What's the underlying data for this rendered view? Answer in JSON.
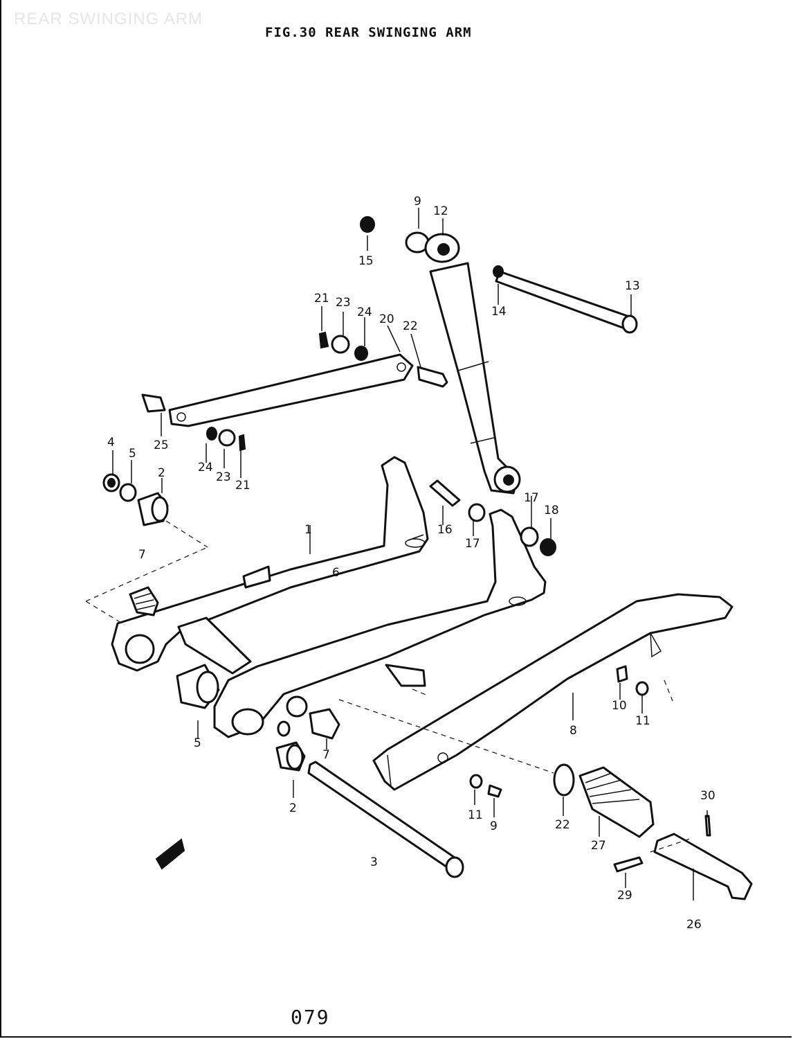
{
  "watermark": "REAR SWINGING ARM",
  "figure_title": "FIG.30  REAR SWINGING ARM",
  "page_number": "079",
  "callouts": [
    {
      "id": "c-1",
      "label": "1"
    },
    {
      "id": "c-2a",
      "label": "2"
    },
    {
      "id": "c-2b",
      "label": "2"
    },
    {
      "id": "c-3",
      "label": "3"
    },
    {
      "id": "c-4",
      "label": "4"
    },
    {
      "id": "c-5a",
      "label": "5"
    },
    {
      "id": "c-5b",
      "label": "5"
    },
    {
      "id": "c-6",
      "label": "6"
    },
    {
      "id": "c-7a",
      "label": "7"
    },
    {
      "id": "c-7b",
      "label": "7"
    },
    {
      "id": "c-8",
      "label": "8"
    },
    {
      "id": "c-9a",
      "label": "9"
    },
    {
      "id": "c-9b",
      "label": "9"
    },
    {
      "id": "c-10",
      "label": "10"
    },
    {
      "id": "c-11a",
      "label": "11"
    },
    {
      "id": "c-11b",
      "label": "11"
    },
    {
      "id": "c-12",
      "label": "12"
    },
    {
      "id": "c-13",
      "label": "13"
    },
    {
      "id": "c-14",
      "label": "14"
    },
    {
      "id": "c-15",
      "label": "15"
    },
    {
      "id": "c-16",
      "label": "16"
    },
    {
      "id": "c-17a",
      "label": "17"
    },
    {
      "id": "c-17b",
      "label": "17"
    },
    {
      "id": "c-18",
      "label": "18"
    },
    {
      "id": "c-20",
      "label": "20"
    },
    {
      "id": "c-21a",
      "label": "21"
    },
    {
      "id": "c-21b",
      "label": "21"
    },
    {
      "id": "c-22a",
      "label": "22"
    },
    {
      "id": "c-22b",
      "label": "22"
    },
    {
      "id": "c-23a",
      "label": "23"
    },
    {
      "id": "c-23b",
      "label": "23"
    },
    {
      "id": "c-24a",
      "label": "24"
    },
    {
      "id": "c-24b",
      "label": "24"
    },
    {
      "id": "c-25",
      "label": "25"
    },
    {
      "id": "c-26",
      "label": "26"
    },
    {
      "id": "c-27",
      "label": "27"
    },
    {
      "id": "c-29",
      "label": "29"
    },
    {
      "id": "c-30",
      "label": "30"
    }
  ]
}
